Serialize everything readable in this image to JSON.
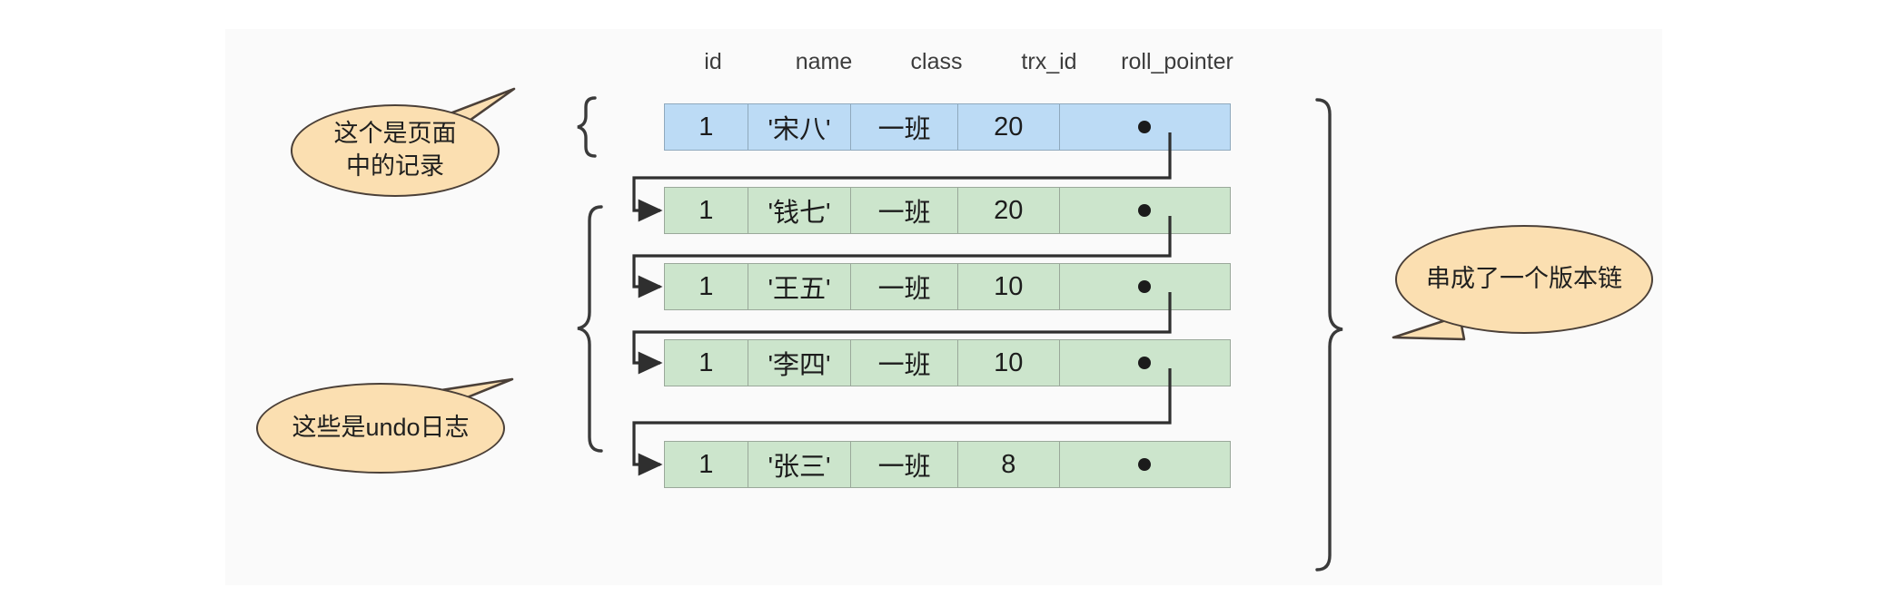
{
  "diagram": {
    "title": "MVCC version chain of a record with undo logs",
    "panel_background": "#fafafa",
    "page_background": "#ffffff"
  },
  "table": {
    "columns": [
      "id",
      "name",
      "class",
      "trx_id",
      "roll_pointer"
    ],
    "rows": [
      {
        "kind": "page-record",
        "color": "#bcdbf5",
        "cells": [
          "1",
          "'宋八'",
          "一班",
          "20"
        ],
        "roll_pointer_icon": "pointer-dot",
        "points_to_next": true
      },
      {
        "kind": "undo-log",
        "color": "#cce5cc",
        "cells": [
          "1",
          "'钱七'",
          "一班",
          "20"
        ],
        "roll_pointer_icon": "pointer-dot",
        "points_to_next": true
      },
      {
        "kind": "undo-log",
        "color": "#cce5cc",
        "cells": [
          "1",
          "'王五'",
          "一班",
          "10"
        ],
        "roll_pointer_icon": "pointer-dot",
        "points_to_next": true
      },
      {
        "kind": "undo-log",
        "color": "#cce5cc",
        "cells": [
          "1",
          "'李四'",
          "一班",
          "10"
        ],
        "roll_pointer_icon": "pointer-dot",
        "points_to_next": true
      },
      {
        "kind": "undo-log",
        "color": "#cce5cc",
        "cells": [
          "1",
          "'张三'",
          "一班",
          "8"
        ],
        "roll_pointer_icon": "pointer-dot",
        "points_to_next": false
      }
    ]
  },
  "callouts": {
    "page_record": {
      "lines": [
        "这个是页面",
        "中的记录"
      ],
      "fill": "#fbdfb1",
      "stroke": "#4b4038"
    },
    "undo_logs": {
      "lines": [
        "这些是undo日志"
      ],
      "fill": "#fbdfb1",
      "stroke": "#4b4038"
    },
    "version_chain": {
      "lines": [
        "串成了一个版本链"
      ],
      "fill": "#fbdfb1",
      "stroke": "#4b4038"
    }
  },
  "braces": {
    "page_record_brace": "left-curly-brace-small",
    "undo_logs_brace": "left-curly-brace-tall",
    "version_chain_brace": "right-curly-brace-tall"
  },
  "connectors": {
    "stroke": "#2f2f2f",
    "arrow": "arrow-head-right",
    "count": 4
  }
}
